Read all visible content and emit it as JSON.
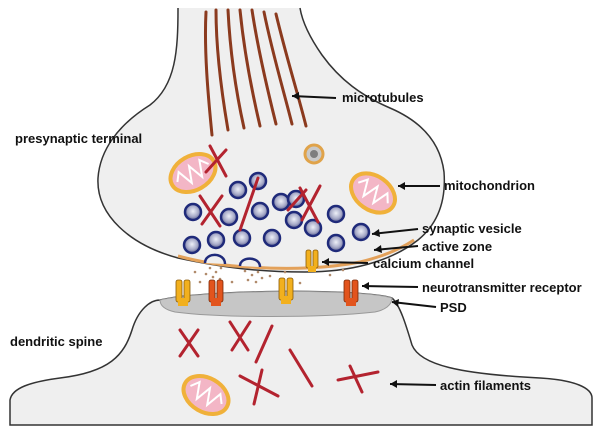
{
  "labels": {
    "microtubules": "microtubules",
    "presynaptic_terminal": "presynaptic terminal",
    "mitochondrion": "mitochondrion",
    "synaptic_vesicle": "synaptic vesicle",
    "active_zone": "active zone",
    "calcium_channel": "calcium channel",
    "neurotransmitter_receptor": "neurotransmitter receptor",
    "psd": "PSD",
    "dendritic_spine": "dendritic spine",
    "actin_filaments": "actin filaments"
  },
  "colors": {
    "cell_fill": "#efefef",
    "cell_stroke": "#333333",
    "microtubule": "#8b3a1e",
    "vesicle_outer": "#1f2a7a",
    "vesicle_inner": "#b9b9d6",
    "mito_outer": "#f0b13a",
    "mito_inner": "#f3b6c6",
    "actin": "#b3232f",
    "active_zone": "#e3a15a",
    "psd": "#c6c6c6",
    "receptor_yellow": "#f2b01e",
    "receptor_orange": "#e2541d"
  }
}
